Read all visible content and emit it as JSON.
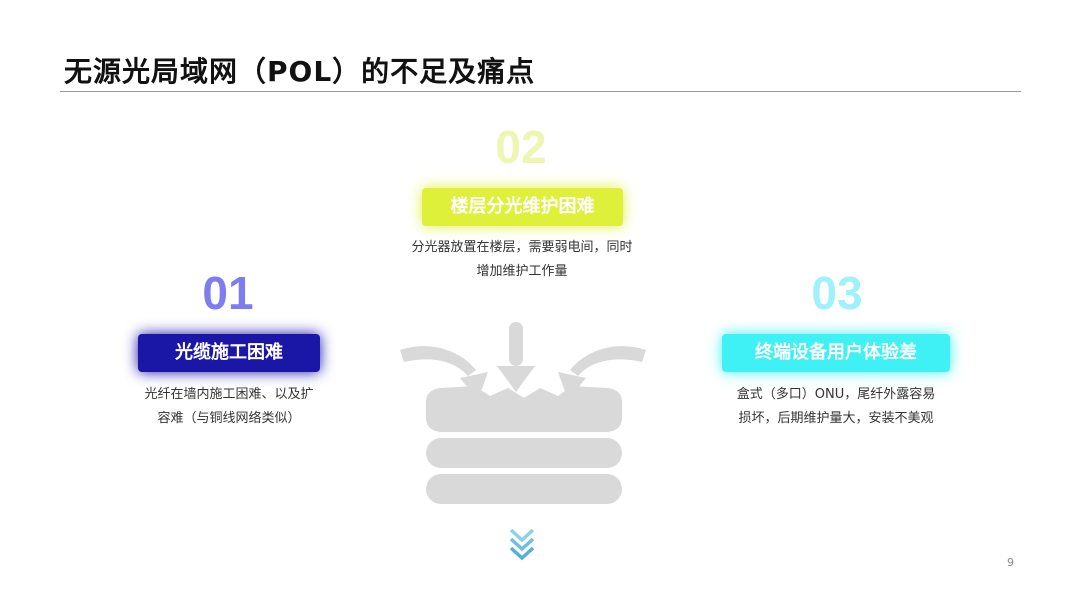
{
  "slide": {
    "title": "无源光局域网（POL）的不足及痛点",
    "page_number": "9"
  },
  "items": [
    {
      "number": "01",
      "label": "光缆施工困难",
      "desc_lines": [
        "光纤在墙内施工困难、以及扩",
        "容难（与铜线网络类似）"
      ],
      "number_color": "#7d7cf0",
      "badge_bg": "#1a16a6",
      "badge_text_color": "#ffffff"
    },
    {
      "number": "02",
      "label": "楼层分光维护困难",
      "desc_lines": [
        "分光器放置在楼层，需要弱电间，同时",
        "增加维护工作量"
      ],
      "number_color": "#eef6b2",
      "badge_bg": "#dff03a",
      "badge_text_color": "#ffffff"
    },
    {
      "number": "03",
      "label": "终端设备用户体验差",
      "desc_lines": [
        "盒式（多口）ONU，尾纤外露容易",
        "损坏，后期维护量大，安装不美观"
      ],
      "number_color": "#9ff2fb",
      "badge_bg": "#3ff0f5",
      "badge_text_color": "#ffffff"
    }
  ],
  "icons": {
    "center_graphic": "converging-arrows-database-icon",
    "bottom": "double-chevron-down-icon"
  }
}
